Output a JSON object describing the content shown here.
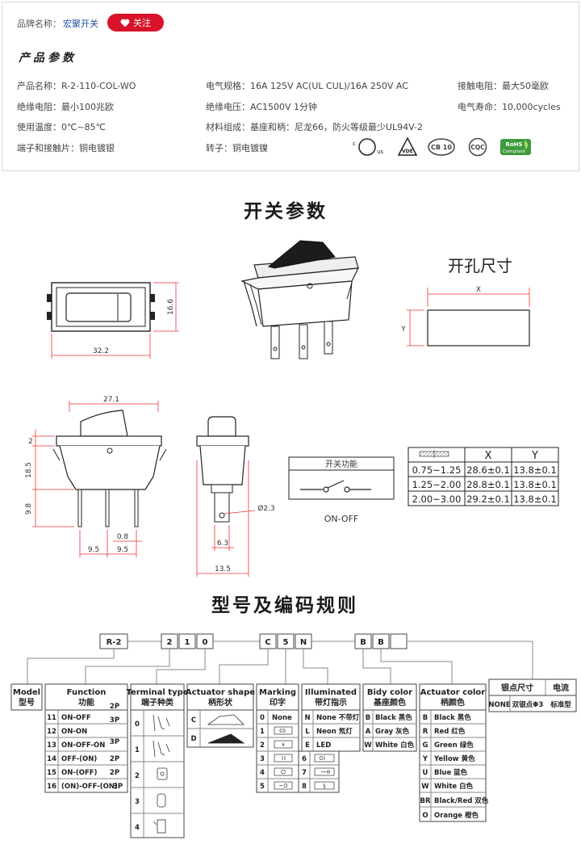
{
  "brand": {
    "label": "品牌名称：",
    "name": "宏聚开关",
    "follow_label": "关注"
  },
  "params_title": "产品参数",
  "params": {
    "model": "产品名称：R-2-110-COL-WO",
    "electrical": "电气规格：16A  125V  AC(UL CUL)/16A 250V  AC",
    "contact_resistance": "接触电阻：最大50毫欧",
    "insulation_resistance": "绝缘电阻：最小100兆欧",
    "insulation_voltage": "绝缘电压：AC1500V 1分钟",
    "electrical_life": "电气寿命：10,000cycles",
    "temperature": "使用温度：0℃~85℃",
    "material": "材料组成：基座和柄：尼龙66，防火等级最少UL94V-2",
    "terminals": "端子和接触片：铜电镀银",
    "rotor": "转子：铜电镀镍"
  },
  "certs": [
    "c-ul-us-icon",
    "vde-icon",
    "cb-icon",
    "cqc-icon",
    "rohs-icon"
  ],
  "cert_text": {
    "ul": "c UL us",
    "vde": "VDE",
    "cb": "CB 10",
    "cqc": "CQC",
    "rohs_top": "RoHS",
    "rohs_bottom": "Compliant"
  },
  "switch_params_title": "开关参数",
  "hole_title": "开孔尺寸",
  "dims": {
    "front_width": "32.2",
    "front_height": "16.6",
    "side_top": "27.1",
    "side_a": "2",
    "side_b": "18.5",
    "side_c": "9.8",
    "pin_w": "0.8",
    "pin_pitch1": "9.5",
    "pin_pitch2": "9.5",
    "hole_d": "Ø2.3",
    "term_w": "6.3",
    "term_total": "13.5",
    "hole_x": "X",
    "hole_y": "Y"
  },
  "function_box": {
    "title": "开关功能",
    "caption": "ON-OFF"
  },
  "hole_table": {
    "headers": [
      "X",
      "Y"
    ],
    "rows": [
      [
        "0.75~1.25",
        "28.6±0.1",
        "13.8±0.1"
      ],
      [
        "1.25~2.00",
        "28.8±0.1",
        "13.8±0.1"
      ],
      [
        "2.00~3.00",
        "29.2±0.1",
        "13.8±0.1"
      ]
    ]
  },
  "coding_title": "型号及编码规则",
  "code_parts": [
    "R-2",
    "2",
    "1",
    "0",
    "C",
    "5",
    "N",
    "B",
    "B",
    ""
  ],
  "coding": {
    "model": {
      "en": "Model",
      "cn": "型号"
    },
    "function": {
      "en": "Function",
      "cn": "功能",
      "rows": [
        [
          "11",
          "ON-OFF",
          "2P"
        ],
        [
          "12",
          "ON-ON",
          "3P"
        ],
        [
          "13",
          "ON-OFF-ON",
          "3P"
        ],
        [
          "14",
          "OFF-(ON)",
          "2P"
        ],
        [
          "15",
          "ON-(OFF)",
          "2P"
        ],
        [
          "16",
          "(ON)-OFF-(ON)",
          "3P"
        ]
      ]
    },
    "terminal": {
      "en": "Terminal type",
      "cn": "端子种类",
      "rows": [
        "0",
        "1",
        "2",
        "3",
        "4"
      ]
    },
    "actuator_shape": {
      "en": "Actuator shape",
      "cn": "柄形状",
      "rows": [
        "C",
        "D"
      ]
    },
    "marking": {
      "en": "Marking",
      "cn": "印字",
      "none_code": "0",
      "none_label": "None",
      "rows": [
        "1",
        "2",
        "3",
        "4",
        "5"
      ],
      "rows_right": [
        "6",
        "7",
        "8"
      ]
    },
    "illuminated": {
      "en": "Illuminated",
      "cn": "带灯指示",
      "rows": [
        [
          "N",
          "None 不带灯"
        ],
        [
          "L",
          "Neon 氖灯"
        ],
        [
          "E",
          "LED"
        ]
      ]
    },
    "body_color": {
      "en": "Bidy color",
      "cn": "基座颜色",
      "rows": [
        [
          "B",
          "Black 黑色"
        ],
        [
          "A",
          "Gray 灰色"
        ],
        [
          "W",
          "White 白色"
        ]
      ]
    },
    "actuator_color": {
      "en": "Actuator color",
      "cn": "柄颜色",
      "rows": [
        [
          "B",
          "Black 黑色"
        ],
        [
          "R",
          "Red 红色"
        ],
        [
          "G",
          "Green 绿色"
        ],
        [
          "Y",
          "Yellow 黄色"
        ],
        [
          "U",
          "Blue 蓝色"
        ],
        [
          "W",
          "White 白色"
        ],
        [
          "BR",
          "Black/Red 双色"
        ],
        [
          "O",
          "Orange 橙色"
        ]
      ]
    },
    "silver": {
      "cn": "银点尺寸",
      "none": "NONE",
      "desc": "双银点Φ3"
    },
    "current": {
      "cn": "电流",
      "desc": "标准型"
    }
  }
}
